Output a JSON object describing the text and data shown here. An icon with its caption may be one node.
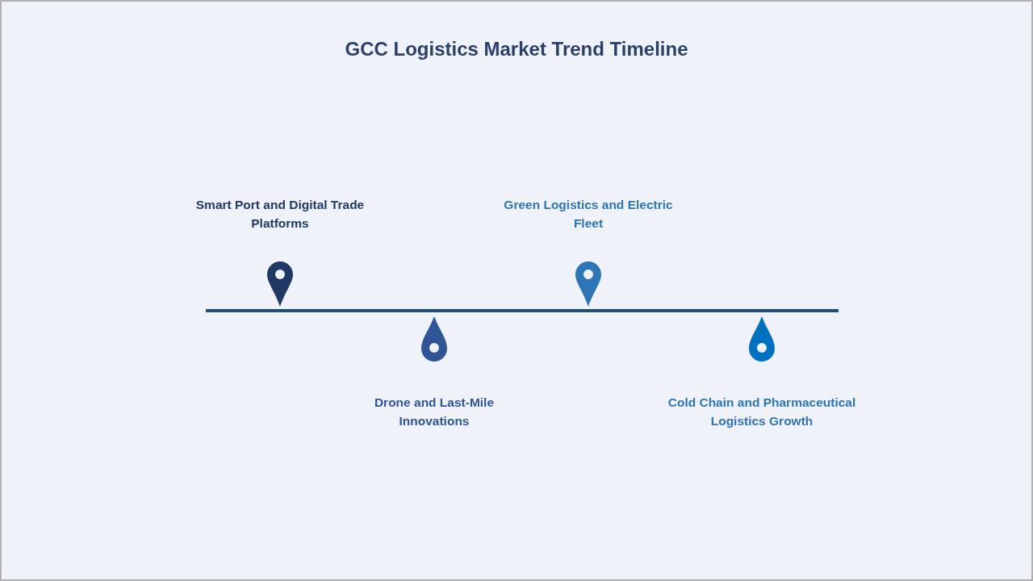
{
  "diagram": {
    "title": "GCC Logistics Market Trend Timeline",
    "labels": [
      "Smart Port and Digital Trade Platforms",
      "Drone and Last-Mile Innovations",
      "Green Logistics and Electric Fleet",
      "Cold Chain and Pharmaceutical Logistics Growth"
    ]
  }
}
